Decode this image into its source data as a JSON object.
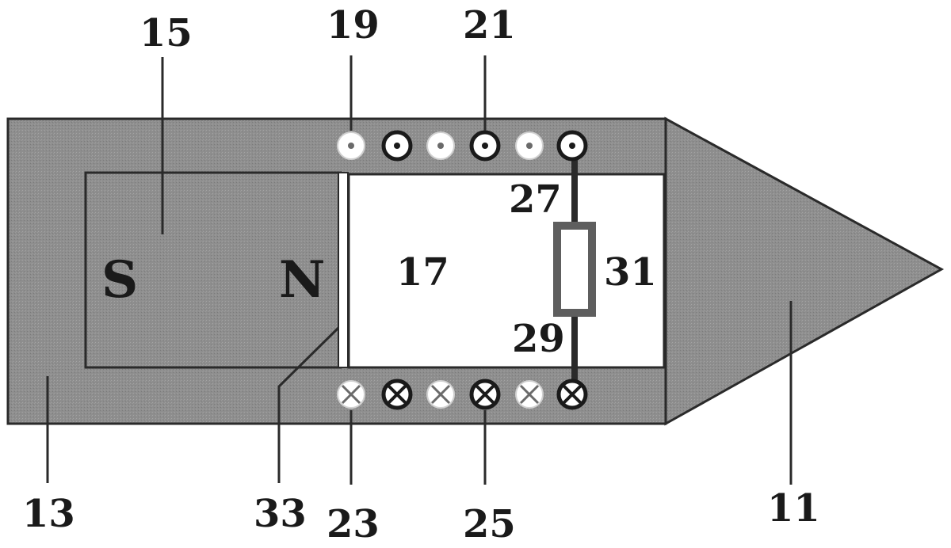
{
  "labels": {
    "l11": "11",
    "l13": "13",
    "l15": "15",
    "l17": "17",
    "l19": "19",
    "l21": "21",
    "l23": "23",
    "l25": "25",
    "l27": "27",
    "l29": "29",
    "l31": "31",
    "l33": "33"
  },
  "magnet": {
    "south": "S",
    "north": "N"
  },
  "colors": {
    "body_gray": "#8c8c8c",
    "magnet_gray": "#909090",
    "outline": "#2a2a2a",
    "wire": "#2a2a2a",
    "resistor": "#6e6e6e",
    "chamber": "#ffffff"
  },
  "icons": {
    "current_out": "dot-in-circle",
    "current_in": "x-in-circle"
  }
}
